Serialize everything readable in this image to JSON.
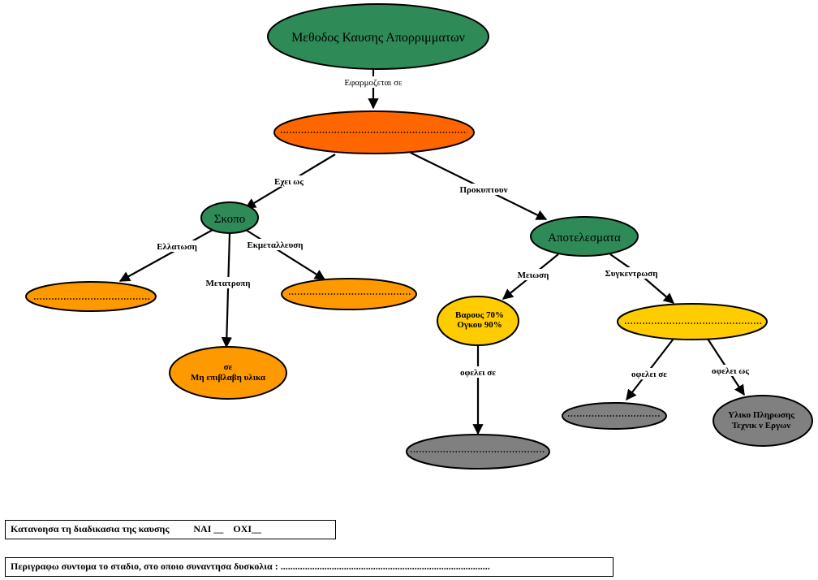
{
  "diagram": {
    "nodes": {
      "root": "Μεθοδος Καυσης Απορριμματων",
      "skopo": "Σκοπο",
      "apotelesmata": "Αποτελεσματα",
      "mi_epivlavi_line1": "σε",
      "mi_epivlavi_line2": "Μη επιβλαβη υλικα",
      "meiosi_line1": "Βαρους 70%",
      "meiosi_line2": "Ογκου 90%",
      "ylika_line1": "Υλικο Πληρωσης",
      "ylika_line2": "Τεχνικ  ν Εργων"
    },
    "edges": {
      "efarmozetai": "Εφαρμοζεται σε",
      "exei_os": "Εχει ως",
      "prokyptoun": "Προκυπτουν",
      "ellatosi": "Ελλατωση",
      "metatropi": "Μετατροπη",
      "ekmetallefsi": "Εκμεταλλευση",
      "meiosi": "Μειωση",
      "sygkentrosi": "Συγκεντρωση",
      "ofelei_se_1": "οφελει σε",
      "ofelei_se_2": "οφελει σε",
      "ofelei_os": "οφελει ως"
    },
    "colors": {
      "green": "#2e8b57",
      "orange": "#ff6600",
      "light_orange": "#ff9900",
      "yellow": "#ffcc00",
      "grey": "#808080"
    }
  },
  "questions": {
    "q1": "Κατανοησα τη διαδικασια της καυσης          ΝΑΙ __    ΟΧΙ__",
    "q2": "Περιγραφω συντομα το σταδιο, στο οποιο συναντησα δυσκολια : ......................................................................................"
  }
}
